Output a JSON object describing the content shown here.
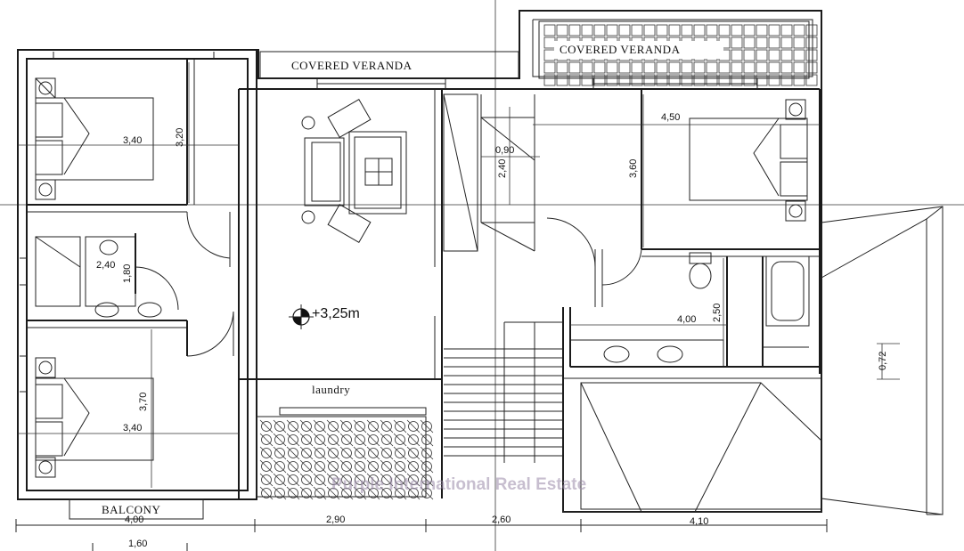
{
  "labels": {
    "veranda_left": "COVERED VERANDA",
    "veranda_right": "COVERED VERANDA",
    "laundry": "laundry",
    "balcony": "BALCONY",
    "level": "+3,25m",
    "watermark": "Purple International Real Estate"
  },
  "dimensions": {
    "bed1_width": "3,40",
    "bed1_height": "3,20",
    "bath1_width": "2,40",
    "bath1_height": "1,80",
    "bed2_width": "3,40",
    "bed2_height": "3,70",
    "closet_width": "0,90",
    "closet_height": "2,40",
    "master_width": "4,50",
    "master_height": "3,60",
    "master_bath_width": "4,00",
    "master_bath_height": "2,50",
    "roof_dim": "0,72",
    "bottom_1": "4,00",
    "bottom_2": "2,90",
    "bottom_3": "2,60",
    "bottom_4": "4,10",
    "bottom_sub": "1,60"
  },
  "colors": {
    "ink": "#1a1a1a",
    "watermark": "#9a8aa8"
  }
}
